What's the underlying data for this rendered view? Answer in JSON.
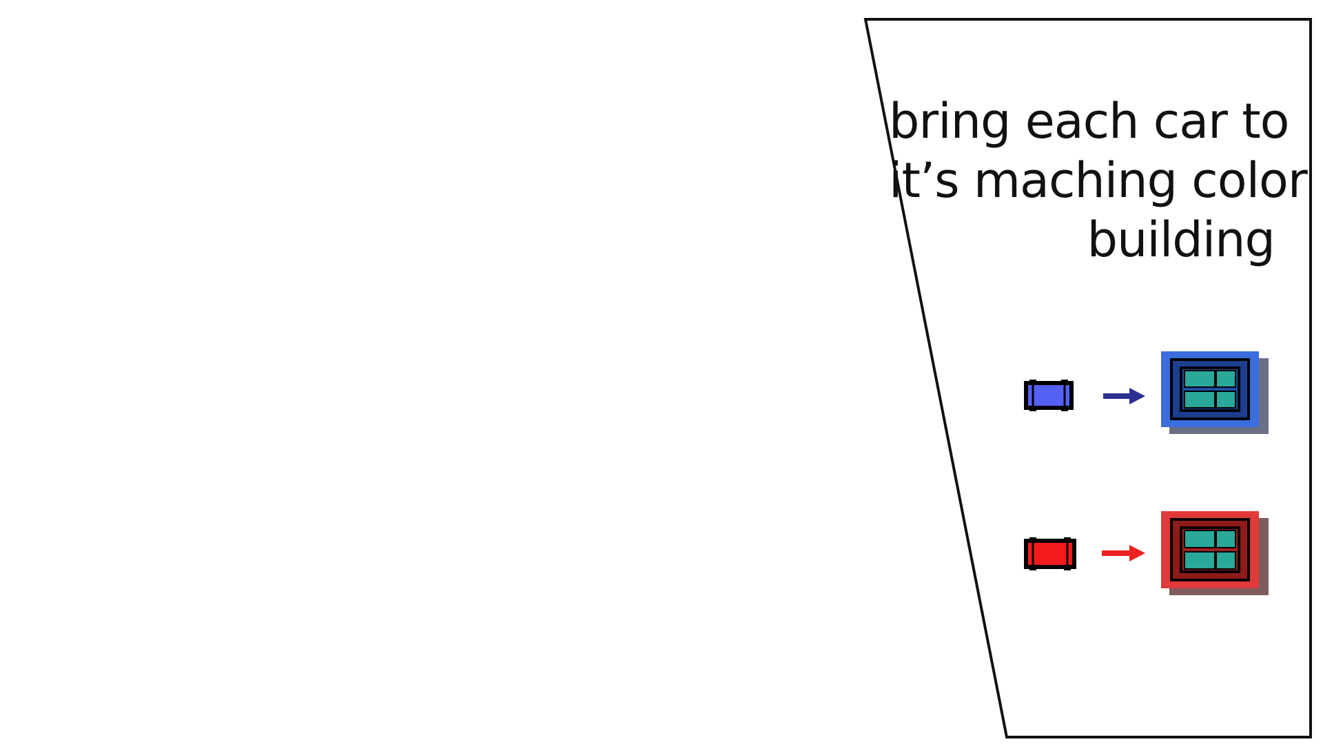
{
  "instructions": {
    "line_1": "bring  each  car to",
    "line_2": "it’s maching color",
    "line_3": "building"
  },
  "legend": [
    {
      "car_icon": "blue-car-icon",
      "arrow_icon": "blue-arrow-icon",
      "building_icon": "blue-building-icon",
      "car_color": "#5560f5",
      "arrow_color": "#2b2f8f",
      "building_outer": "#3b6ddc",
      "building_inner": "#1c3f8e",
      "building_shadow": "#6b6f85"
    },
    {
      "car_icon": "red-car-icon",
      "arrow_icon": "red-arrow-icon",
      "building_icon": "red-building-icon",
      "car_color": "#f21a1a",
      "arrow_color": "#ee2020",
      "building_outer": "#e03a3a",
      "building_inner": "#8e1a1a",
      "building_shadow": "#7d5c5c"
    }
  ],
  "colors": {
    "window_teal": "#2aa89a",
    "panel_outline": "#111111",
    "background": "#ffffff"
  }
}
